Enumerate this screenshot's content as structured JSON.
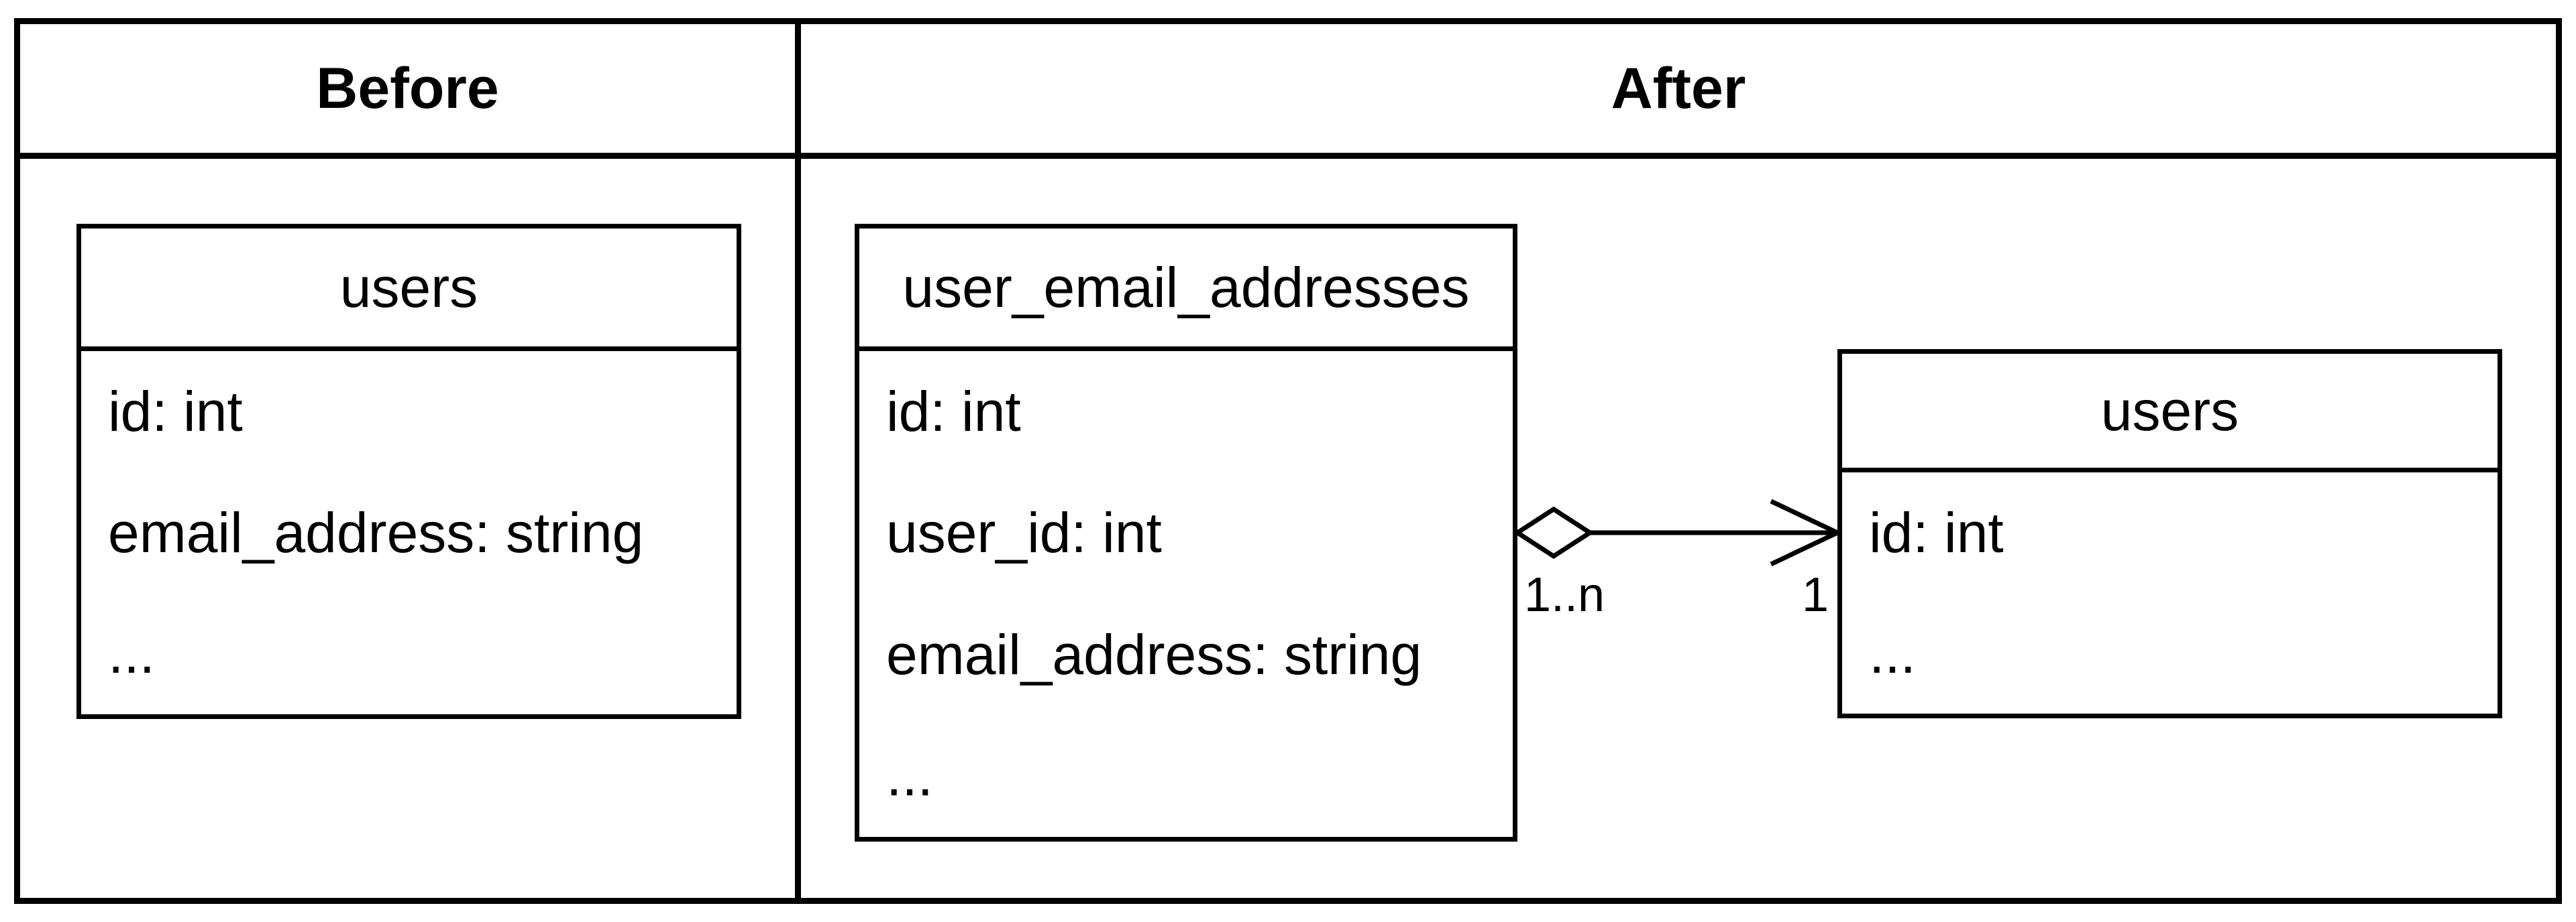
{
  "diagram": {
    "background": "#ffffff",
    "stroke_color": "#000000",
    "header": {
      "before_label": "Before",
      "after_label": "After"
    },
    "before": {
      "entities": [
        {
          "name": "users",
          "attributes": [
            "id: int",
            "email_address: string",
            "..."
          ]
        }
      ]
    },
    "after": {
      "entities": [
        {
          "name": "user_email_addresses",
          "attributes": [
            "id: int",
            "user_id: int",
            "email_address: string",
            "..."
          ]
        },
        {
          "name": "users",
          "attributes": [
            "id: int",
            "..."
          ]
        }
      ],
      "relationship": {
        "type": "aggregation-arrow",
        "from": "user_email_addresses",
        "to": "users",
        "source_multiplicity": "1..n",
        "target_multiplicity": "1"
      }
    }
  }
}
